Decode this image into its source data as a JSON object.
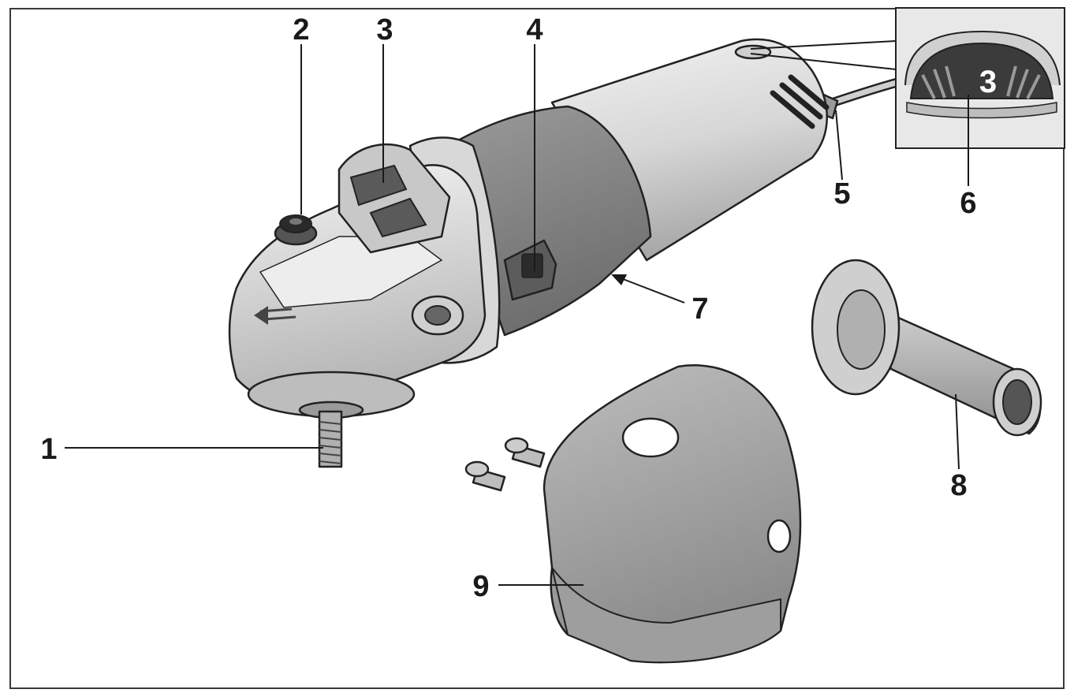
{
  "diagram": {
    "callouts": [
      {
        "id": "1",
        "label": "1"
      },
      {
        "id": "2",
        "label": "2"
      },
      {
        "id": "3",
        "label": "3"
      },
      {
        "id": "4",
        "label": "4"
      },
      {
        "id": "5",
        "label": "5"
      },
      {
        "id": "6",
        "label": "6"
      },
      {
        "id": "7",
        "label": "7"
      },
      {
        "id": "8",
        "label": "8"
      },
      {
        "id": "9",
        "label": "9"
      }
    ],
    "dial_setting": "3"
  },
  "colors": {
    "tool_light": "#e4e4e4",
    "tool_mid": "#c4c4c4",
    "tool_dark": "#8c8c8c",
    "grip_dark": "#7a7a7a",
    "outline": "#222222"
  }
}
